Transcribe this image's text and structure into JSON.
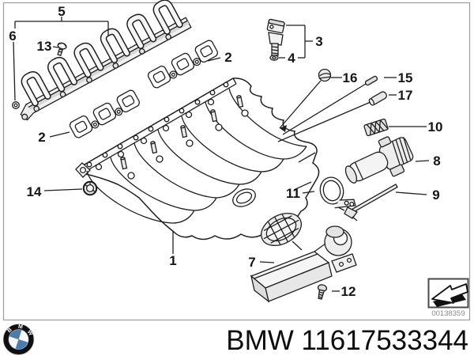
{
  "colors": {
    "bmw_blue": "#4A7DAE",
    "line": "#1F1F1F",
    "frame_border": "#9B9B9B",
    "watermark_gray": "#8C8C8C"
  },
  "diagram": {
    "watermark": "00138359",
    "callouts": {
      "c1": "1",
      "c2a": "2",
      "c2b": "2",
      "c3": "3",
      "c4": "4",
      "c5": "5",
      "c6": "6",
      "c7": "7",
      "c8": "8",
      "c9": "9",
      "c10": "10",
      "c11": "11",
      "c12": "12",
      "c13": "13",
      "c14": "14",
      "c15": "15",
      "c16": "16",
      "c17": "17"
    },
    "icons": {
      "continued_arrow": "block-arrow-down-left",
      "bmw_roundel": "bmw-logo"
    }
  },
  "footer": {
    "text": "BMW 11617533344"
  },
  "logo": {
    "letters": [
      "B",
      "M",
      "W"
    ]
  }
}
